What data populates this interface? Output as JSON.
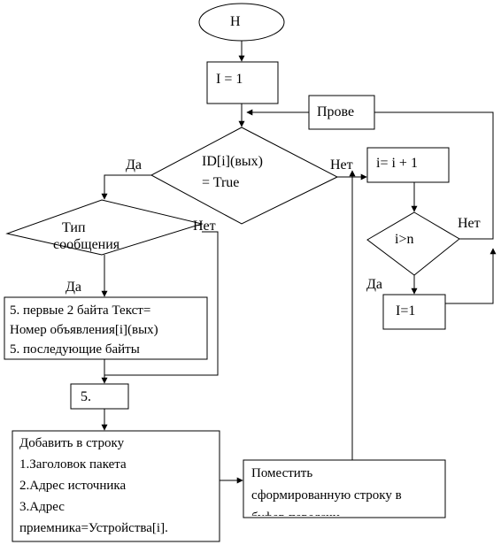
{
  "flowchart": {
    "start_label": "Н",
    "init_label": "I = 1",
    "check_label": "Прове",
    "decision_id": [
      "ID[i](вых)",
      "= True"
    ],
    "decision_type": [
      "Тип",
      "сообщения"
    ],
    "decision_i_gt_n": "i>n",
    "increment_label": "i= i + 1",
    "reset_label": "I=1",
    "step5_label": "5.",
    "yes_label": "Да",
    "no_label": "Нет",
    "text_message_box": [
      "5. первые 2 байта Текст=",
      "Номер объявления[i](вых)",
      "5.   последующие   байты"
    ],
    "add_to_string_box": [
      "Добавить в строку",
      "1.Заголовок пакета",
      "2.Адрес источника",
      "3.Адрес",
      "приемника=Устройства[i]."
    ],
    "place_box": [
      "Поместить",
      "сформированную строку в",
      "буфер передачи"
    ]
  }
}
